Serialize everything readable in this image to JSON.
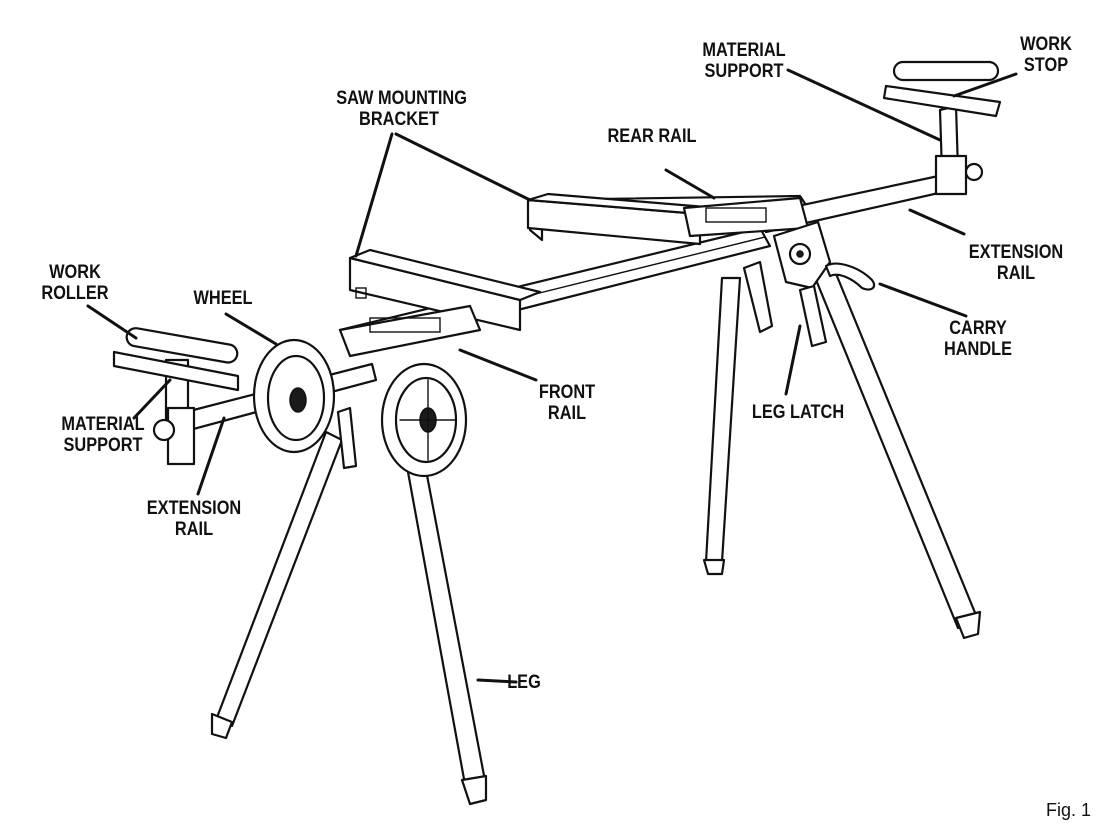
{
  "labels": {
    "saw_mounting_bracket": "SAW MOUNTING\nBRACKET",
    "material_support_right": "MATERIAL\nSUPPORT",
    "work_stop": "WORK\nSTOP",
    "rear_rail": "REAR RAIL",
    "extension_rail_right": "EXTENSION\nRAIL",
    "carry_handle": "CARRY\nHANDLE",
    "work_roller": "WORK\nROLLER",
    "wheel": "WHEEL",
    "front_rail": "FRONT\nRAIL",
    "leg_latch": "LEG LATCH",
    "material_support_left": "MATERIAL\nSUPPORT",
    "extension_rail_left": "EXTENSION\nRAIL",
    "leg": "LEG"
  },
  "figure_caption": "Fig. 1"
}
